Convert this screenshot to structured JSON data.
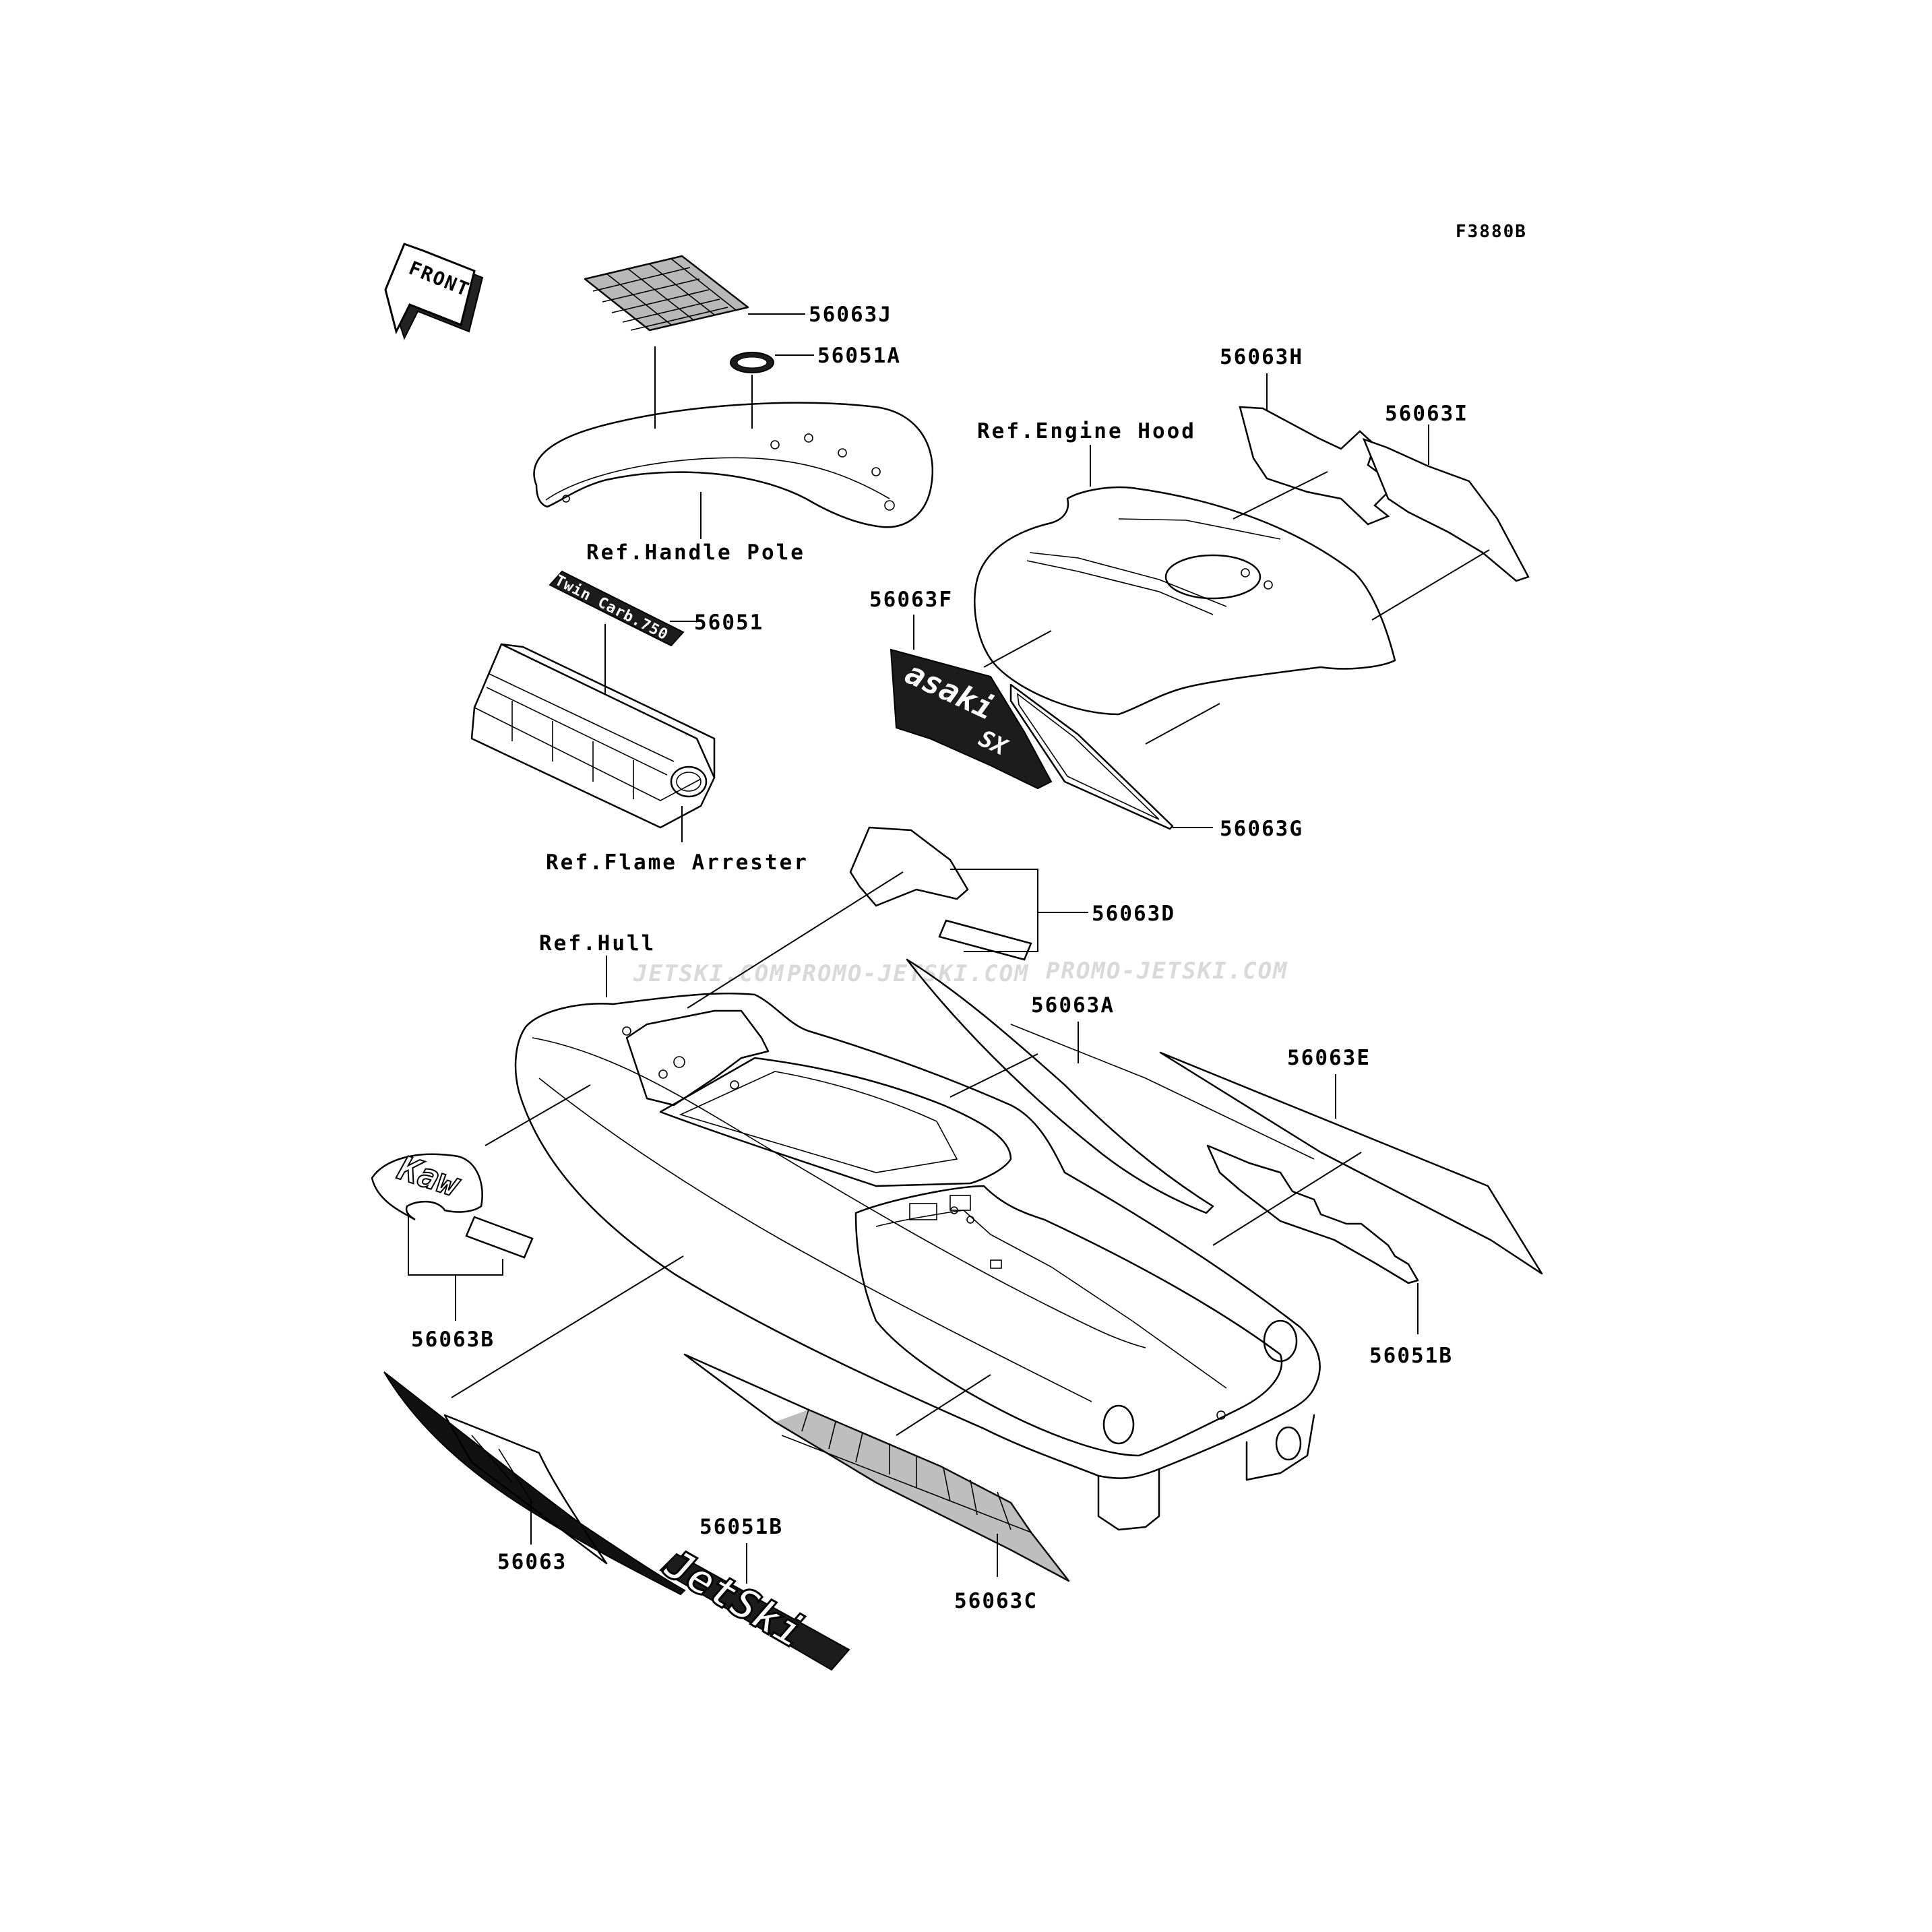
{
  "diagram_code": "F3880B",
  "front_arrow": {
    "label": "FRONT",
    "icon": "front-direction-arrow-icon"
  },
  "watermark": {
    "texts": [
      "JETSKI.COM",
      "PROMO-JETSKI.COM",
      "PROMO-JETSKI.COM"
    ]
  },
  "references": {
    "handle_pole": "Ref.Handle Pole",
    "engine_hood": "Ref.Engine Hood",
    "flame_arrester": "Ref.Flame Arrester",
    "hull": "Ref.Hull"
  },
  "parts": {
    "p56063J": "56063J",
    "p56051A": "56051A",
    "p56063H": "56063H",
    "p56063I": "56063I",
    "p56051": "56051",
    "p56063F": "56063F",
    "p56063G": "56063G",
    "p56063D": "56063D",
    "p56063A": "56063A",
    "p56063E": "56063E",
    "p56063B": "56063B",
    "p56051B_right": "56051B",
    "p56063": "56063",
    "p56051B_bottom": "56051B",
    "p56063C": "56063C"
  },
  "decal_texts": {
    "twin_carb": "Twin Carb.750",
    "kawasaki_side": "asaki",
    "sx_badge": "SX",
    "kaw_front": "Kaw",
    "jet_ski": "JetSki"
  }
}
